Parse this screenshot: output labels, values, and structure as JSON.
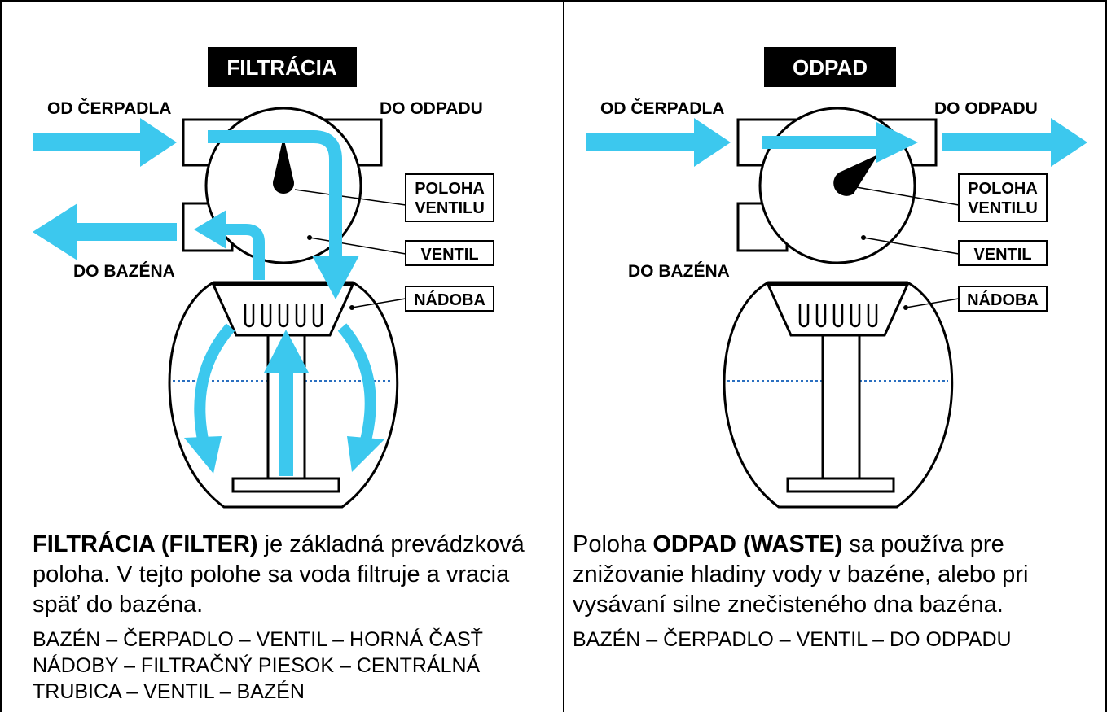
{
  "left": {
    "title": "FILTRÁCIA",
    "label_from_pump": "OD ČERPADLA",
    "label_to_waste": "DO ODPADU",
    "label_to_pool": "DO BAZÉNA",
    "label_valve_position": [
      "POLOHA",
      "VENTILU"
    ],
    "label_valve": "VENTIL",
    "label_vessel": "NÁDOBA",
    "desc_bold": "FILTRÁCIA (FILTER)",
    "desc_rest": " je základná prevádzková poloha. V tejto polohe sa voda filtruje a vracia späť do bazéna.",
    "sequence": "BAZÉN – ČERPADLO – VENTIL – HORNÁ ČASŤ NÁDOBY – FILTRAČNÝ PIESOK – CENTRÁLNÁ TRUBICA – VENTIL – BAZÉN"
  },
  "right": {
    "title": "ODPAD",
    "label_from_pump": "OD ČERPADLA",
    "label_to_waste": "DO ODPADU",
    "label_to_pool": "DO BAZÉNA",
    "label_valve_position": [
      "POLOHA",
      "VENTILU"
    ],
    "label_valve": "VENTIL",
    "label_vessel": "NÁDOBA",
    "desc_pre": "Poloha ",
    "desc_bold": "ODPAD (WASTE)",
    "desc_rest": " sa používa pre znižovanie hladiny vody v bazéne, alebo pri vysávaní silne znečisteného dna bazéna.",
    "sequence": "BAZÉN – ČERPADLO – VENTIL – DO ODPADU"
  },
  "colors": {
    "flow": "#3cc8ee",
    "ink": "#000000",
    "title_bg": "#000000",
    "title_fg": "#ffffff"
  }
}
